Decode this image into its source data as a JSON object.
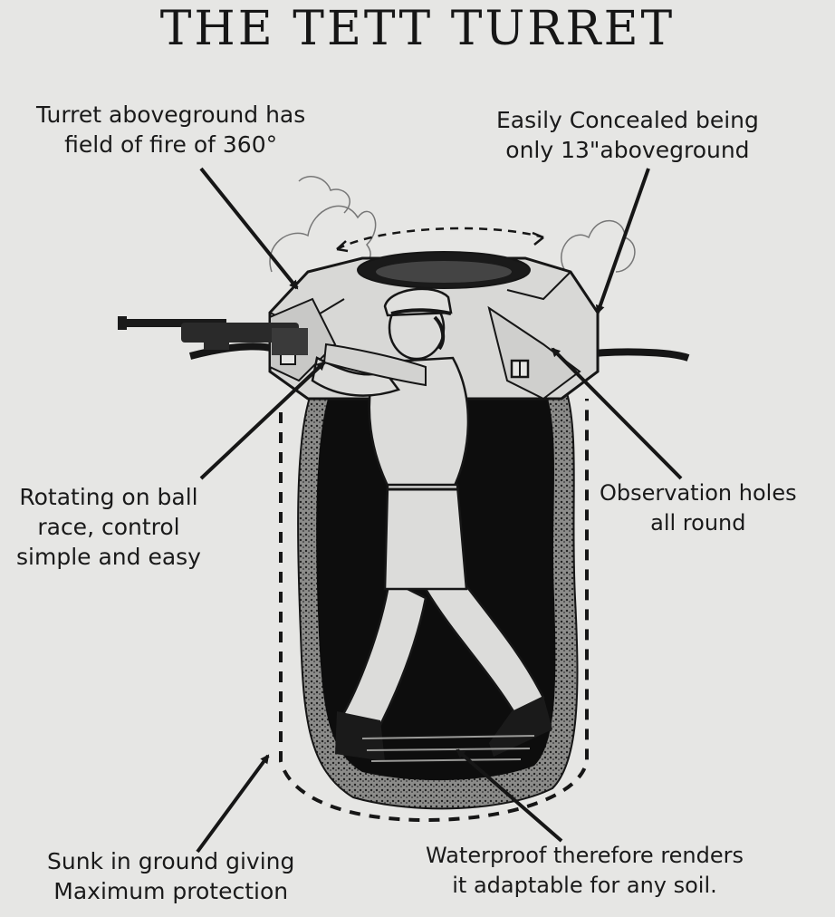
{
  "title": "THE TETT TURRET",
  "labels": {
    "top_left": {
      "line1": "Turret aboveground has",
      "line2": "field of fire of 360°"
    },
    "top_right": {
      "line1": "Easily Concealed  being",
      "line2": "only 13\"aboveground"
    },
    "mid_left": {
      "line1": "Rotating on ball",
      "line2": "race, control",
      "line3": "simple and easy"
    },
    "mid_right": {
      "line1": "Observation holes",
      "line2": "all round"
    },
    "bottom_left": {
      "line1": "Sunk in ground giving",
      "line2": "Maximum protection"
    },
    "bottom_right": {
      "line1": "Waterproof therefore renders",
      "line2": "it adaptable for any soil."
    }
  },
  "icons": {
    "soldier": "soldier-illustration",
    "rifle": "rifle-illustration",
    "turret": "turret-illustration"
  },
  "colors": {
    "paper": "#e6e6e4",
    "ink": "#161616"
  }
}
